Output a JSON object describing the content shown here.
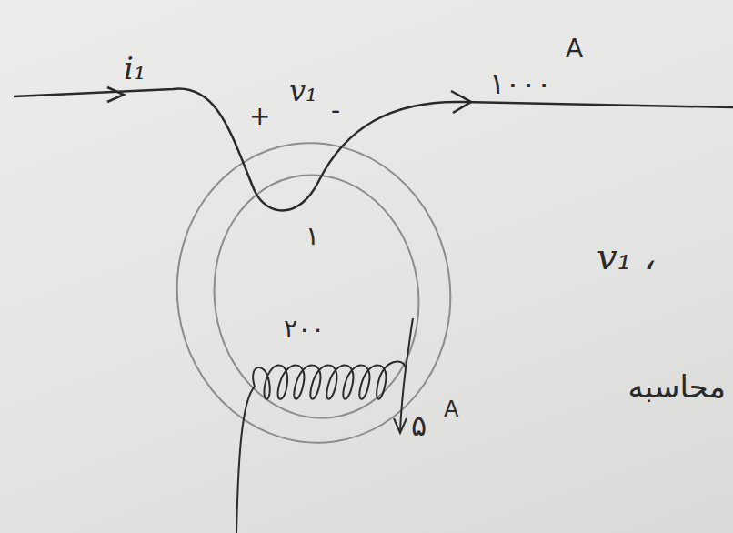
{
  "diagram": {
    "labels": [
      "i₁",
      "+",
      "v₁",
      "-",
      "۱۰۰۰",
      "A",
      "۱",
      "۲۰۰",
      "۵",
      "A",
      "v₁ ،",
      "محاسبه"
    ]
  }
}
